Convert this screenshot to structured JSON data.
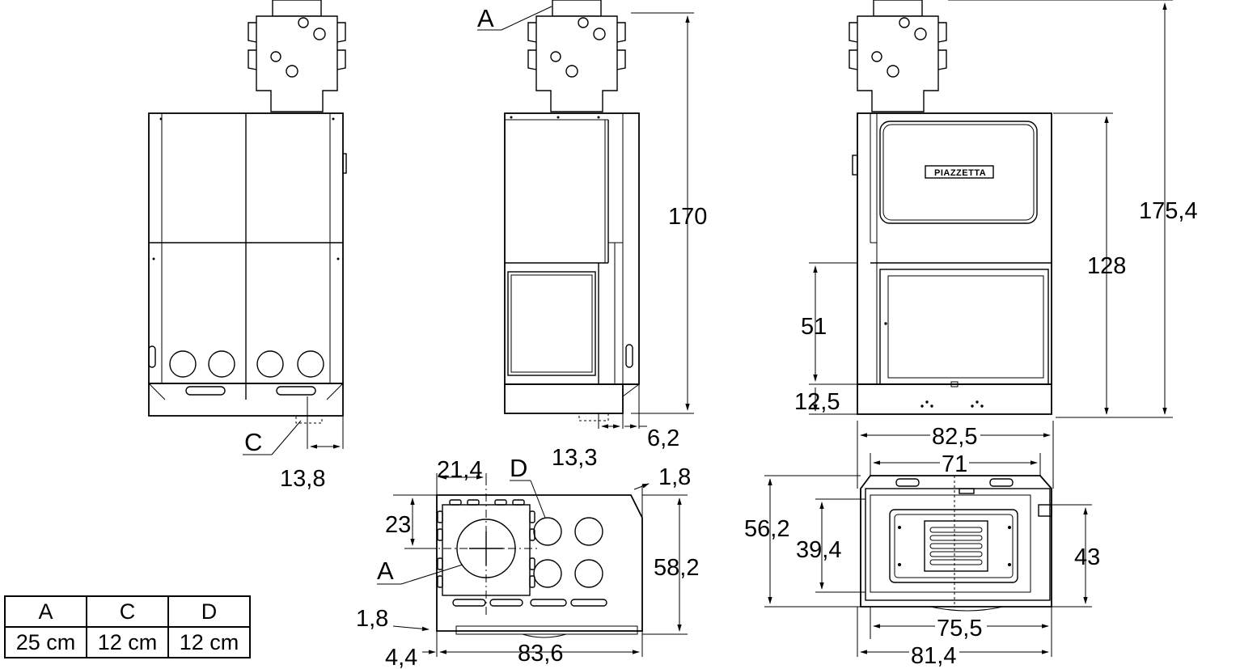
{
  "labels": {
    "a": "A",
    "c": "C",
    "d": "D"
  },
  "front_view": {
    "dims": {
      "d13_8": "13,8"
    }
  },
  "side_view": {
    "dims": {
      "d170": "170",
      "d13_3": "13,3",
      "d6_2": "6,2"
    }
  },
  "rear_view": {
    "logo": "PIAZZETTA",
    "dims": {
      "d175_4": "175,4",
      "d128": "128",
      "d51": "51",
      "d12_5": "12,5"
    }
  },
  "top_view_left": {
    "dims": {
      "d21_4": "21,4",
      "d1_8_top": "1,8",
      "d23": "23",
      "d58_2": "58,2",
      "d1_8_bottom": "1,8",
      "d4_4": "4,4",
      "d83_6": "83,6"
    }
  },
  "top_view_right": {
    "dims": {
      "d82_5": "82,5",
      "d71": "71",
      "d56_2": "56,2",
      "d39_4": "39,4",
      "d43": "43",
      "d75_5": "75,5",
      "d81_4": "81,4"
    }
  },
  "legend": {
    "headers": [
      "A",
      "C",
      "D"
    ],
    "values": [
      "25 cm",
      "12 cm",
      "12 cm"
    ]
  }
}
